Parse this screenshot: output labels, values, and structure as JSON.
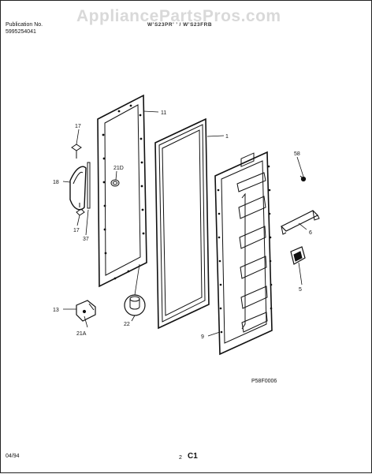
{
  "header": {
    "publication_label": "Publication No.",
    "publication_number": "5995254041",
    "model": "W’S23PR’ ’ / W’S23FRB",
    "watermark": "AppliancePartsPros.com"
  },
  "callouts": {
    "c11": "11",
    "c1": "1",
    "c17a": "17",
    "c21D": "21D",
    "c18": "18",
    "c17b": "17",
    "c37": "37",
    "c58": "58",
    "c6": "6",
    "c5": "5",
    "c13": "13",
    "c22": "22",
    "c21A": "21A",
    "c9": "9"
  },
  "figure_id": "P58F0006",
  "footer": {
    "date": "04/94",
    "page": "2",
    "code": "C1"
  }
}
